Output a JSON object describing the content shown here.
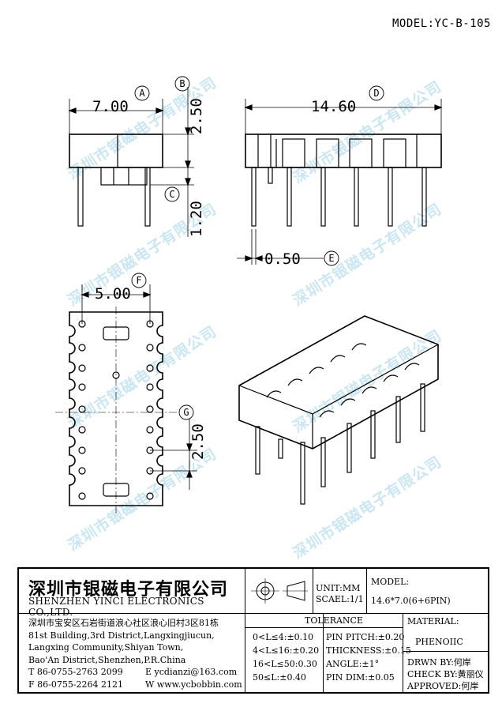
{
  "model_label": "MODEL:YC-B-105",
  "watermark": "深圳市银磁电子有限公司",
  "dims": {
    "A": {
      "value": "7.00",
      "letter": "A"
    },
    "B": {
      "value": "2.50",
      "letter": "B"
    },
    "C": {
      "value": "1.20",
      "letter": "C"
    },
    "D": {
      "value": "14.60",
      "letter": "D"
    },
    "E": {
      "value": "0.50",
      "letter": "E"
    },
    "F": {
      "value": "5.00",
      "letter": "F"
    },
    "G": {
      "value": "2.50",
      "letter": "G"
    }
  },
  "title_block": {
    "company_cn": "深圳市银磁电子有限公司",
    "company_en": "SHENZHEN YINCI ELECTRONICS CO.,LTD.",
    "address_cn": "深圳市宝安区石岩街道浪心社区浪心旧村3区81栋",
    "address_en_1": "81st Building,3rd District,Langxingjiucun,",
    "address_en_2": "Langxing Community,Shiyan Town,",
    "address_en_3": "Bao'An District,Shenzhen,P.R.China",
    "tel": "T 86-0755-2763 2099",
    "fax": "F 86-0755-2264 2121",
    "email": "E ycdianzi@163.com",
    "web": "W www.ycbobbin.com",
    "unit": "UNIT:MM",
    "scale": "SCAEL:1/1",
    "model_header": "MODEL:",
    "model_value": "14.6*7.0(6+6PIN)",
    "tolerance_header": "TOLERANCE",
    "tolerances_left": [
      "0<L≤4:±0.10",
      "4<L≤16:±0.20",
      "16<L≤50:0.30",
      "50≤L:±0.40"
    ],
    "tolerances_right": [
      "PIN PITCH:±0.20",
      "THICKNESS:±0.15",
      "ANGLE:±1°",
      "PIN DIM:±0.05"
    ],
    "material_header": "MATERIAL:",
    "material_value": "PHENOIIC",
    "drawn_by": "DRWN BY:何岸",
    "check_by": "CHECK BY:黄丽仪",
    "approved": "APPROVED:何岸"
  }
}
